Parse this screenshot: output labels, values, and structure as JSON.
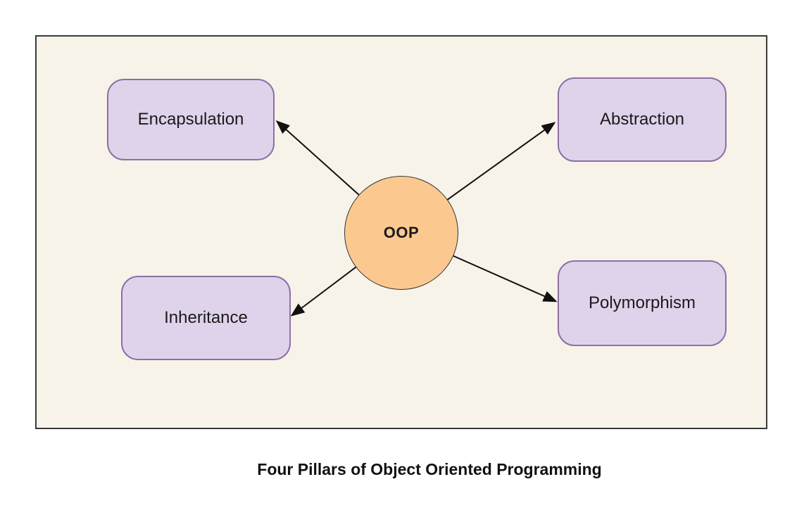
{
  "diagram": {
    "center": {
      "label": "OOP"
    },
    "pillars": [
      {
        "id": "encapsulation",
        "label": "Encapsulation",
        "position": "top-left"
      },
      {
        "id": "abstraction",
        "label": "Abstraction",
        "position": "top-right"
      },
      {
        "id": "inheritance",
        "label": "Inheritance",
        "position": "bottom-left"
      },
      {
        "id": "polymorphism",
        "label": "Polymorphism",
        "position": "bottom-right"
      }
    ],
    "caption": "Four Pillars of Object Oriented Programming",
    "colors": {
      "canvas_background": "#F7F3E9",
      "frame_border": "#3A3A3A",
      "pillar_fill": "#DFD3EB",
      "pillar_border": "#8E6FA4",
      "center_fill": "#FBC98F",
      "center_border": "#333333",
      "arrow": "#111111",
      "text": "#1A1A1A"
    }
  }
}
